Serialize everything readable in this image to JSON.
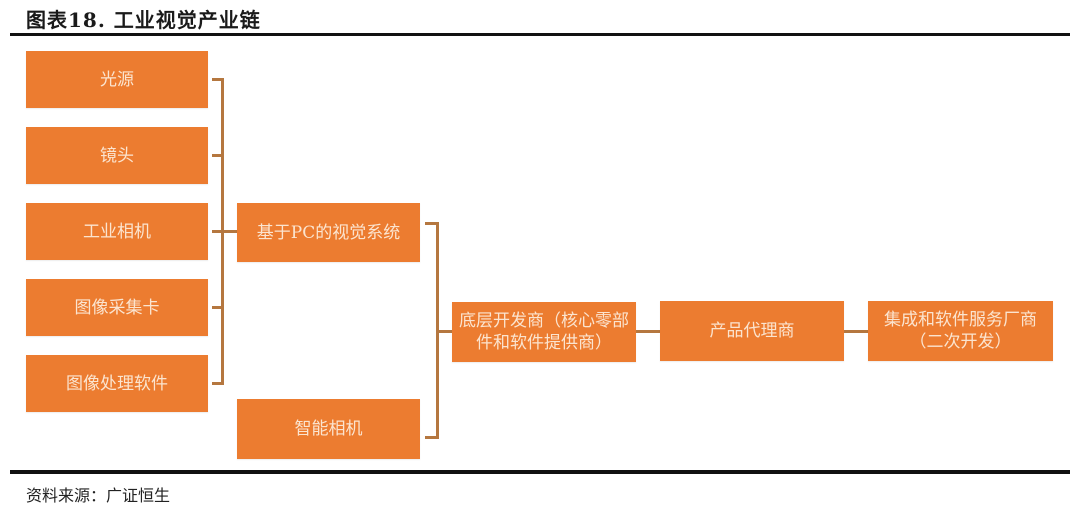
{
  "header": {
    "title": "图表18.  工业视觉产业链"
  },
  "footer": {
    "source": "资料来源：广证恒生"
  },
  "colors": {
    "box_fill": "#ec7c30",
    "box_text": "#fbe4cf",
    "connector": "#b5773f",
    "rule": "#111111"
  },
  "diagram": {
    "components": [
      {
        "label": "光源"
      },
      {
        "label": "镜头"
      },
      {
        "label": "工业相机"
      },
      {
        "label": "图像采集卡"
      },
      {
        "label": "图像处理软件"
      }
    ],
    "systems": [
      {
        "label": "基于PC的视觉系统"
      },
      {
        "label": "智能相机"
      }
    ],
    "chain": [
      {
        "label": "底层开发商（核心零部件和软件提供商）"
      },
      {
        "label": "产品代理商"
      },
      {
        "label": "集成和软件服务厂商（二次开发）"
      }
    ]
  }
}
